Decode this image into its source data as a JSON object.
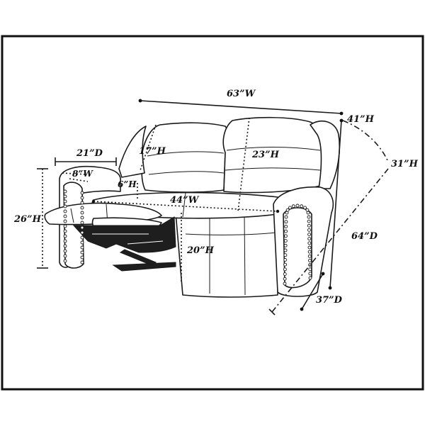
{
  "dimensions": {
    "overall_width": "63”W",
    "overall_height": "41”H",
    "reclined_height": "31”H",
    "reclined_depth": "64”D",
    "depth": "37”D",
    "arm_depth": "21”D",
    "arm_width": "8”W",
    "arm_height": "26”H",
    "back_height_left": "17”H",
    "back_height_center": "23”H",
    "cushion_height": "6”H",
    "seat_width": "44”W",
    "seat_height": "20”H"
  }
}
